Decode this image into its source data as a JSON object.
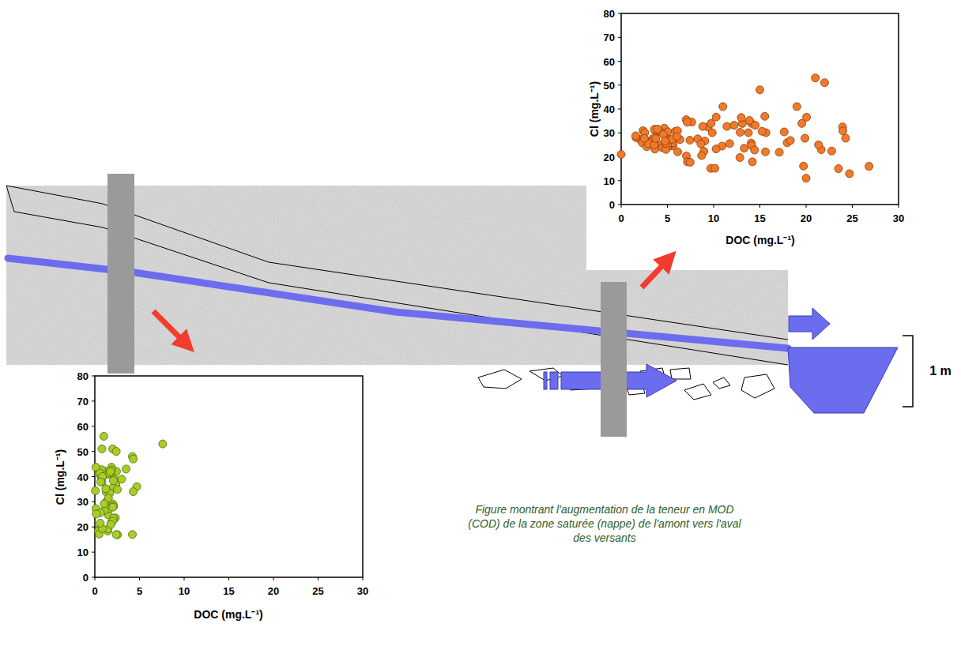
{
  "diagram": {
    "caption": "Figure montrant l'augmentation de la teneur  en MOD (COD) de la zone saturée (nappe) de l'amont vers l'aval des versants",
    "labels": [
      "80",
      "70",
      "60",
      "50",
      "40",
      "30",
      "20",
      "10",
      "0",
      "0",
      "5",
      "10",
      "15",
      "20",
      "25",
      "30",
      "Cl (mg.L⁻¹)",
      "DOC (mg.L⁻¹)",
      "1 m",
      "80",
      "70",
      "60",
      "50",
      "40",
      "30",
      "20",
      "10",
      "0",
      "0",
      "5",
      "10",
      "15",
      "20",
      "25",
      "30",
      "Cl (mg.L⁻¹)",
      "DOC (mg.L⁻¹)"
    ]
  }
}
